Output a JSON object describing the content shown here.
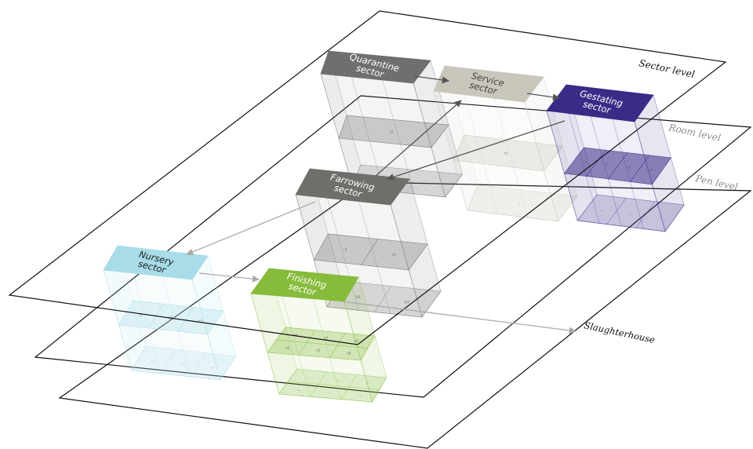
{
  "levels": {
    "sector": "Sector level",
    "room": "Room level",
    "pen": "Pen level"
  },
  "sectors": {
    "quarantine": {
      "line1": "Quarantine",
      "line2": "sector",
      "color": "#6f6f6f",
      "text_color": "#ffffff",
      "room_labels": [
        "r1"
      ],
      "pen_labels": [
        "..."
      ]
    },
    "service": {
      "line1": "Service",
      "line2": "sector",
      "color": "#c9c6bc",
      "text_color": "#444444",
      "room_labels": [
        "r1"
      ],
      "pen_labels": [
        "..."
      ]
    },
    "gestating": {
      "line1": "Gestating",
      "line2": "sector",
      "color": "#3b2a86",
      "text_color": "#ffffff",
      "room_labels": [
        "r1",
        "r2",
        "r3",
        "r4"
      ],
      "pen_labels": [
        "...",
        "...",
        "..."
      ]
    },
    "farrowing": {
      "line1": "Farrowing",
      "line2": "sector",
      "color": "#6e6e6a",
      "text_color": "#ffffff",
      "room_labels": [
        "r1",
        "r2"
      ],
      "pen_labels": [
        "p1",
        "p2"
      ]
    },
    "nursery": {
      "line1": "Nursery",
      "line2": "sector",
      "color": "#a7dce8",
      "text_color": "#222222",
      "room_labels": [
        "r1",
        "r2",
        "r3"
      ],
      "pen_labels": [
        "...",
        "...",
        "..."
      ]
    },
    "finishing": {
      "line1": "Finishing",
      "line2": "sector",
      "color": "#86bb3b",
      "text_color": "#ffffff",
      "room_labels": [
        "r1",
        "r2",
        "r3",
        "r4",
        "r5",
        "r6"
      ],
      "pen_labels": [
        "...",
        "...",
        "...",
        "...",
        "...",
        "..."
      ]
    }
  },
  "destination": "Slaughterhouse",
  "colors": {
    "arrow_dark": "#555555",
    "arrow_light": "#aaaaaa",
    "plane": "#111111"
  }
}
